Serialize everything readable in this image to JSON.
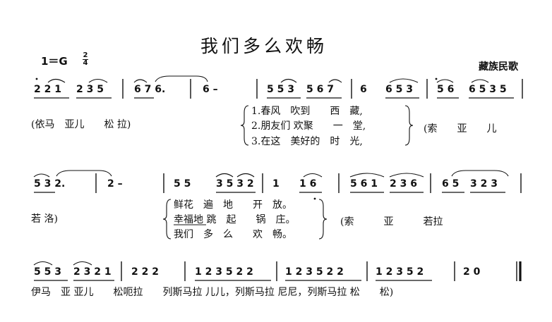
{
  "header": {
    "title": "我们多么欢畅",
    "key": "1＝G",
    "time_sig_top": "2",
    "time_sig_bottom": "4",
    "source": "藏族民歌"
  },
  "line1": {
    "notes": [
      "2 2 1",
      "2 3 5",
      "6 7 6.",
      "6  –",
      "5 5 3",
      "5 6 7",
      "6",
      "6 5 3",
      "5 6",
      "6 5 3 5"
    ],
    "lyric_left": "(依马　亚儿　　松 拉)",
    "verses": [
      "1.春风　吹到　　西　藏,",
      "2.朋友们 欢聚　　一　堂,",
      "3.在这　美好的　时　光,"
    ],
    "lyric_right": "(索　　亚　　儿"
  },
  "line2": {
    "notes": [
      "5 3 2.",
      "2  –",
      "5  5",
      "3 5 3 2",
      "1",
      "1 6",
      "5 6 1",
      "2 3 6",
      "6 5",
      "3 2 3"
    ],
    "lyric_left": "若 洛)",
    "verses": [
      "鲜花　遍　地　　开　放。",
      "幸福地 跳　起　　锅　庄。",
      "我们　多　么　　欢　畅。"
    ],
    "lyric_right": "(索　　　亚　　　若拉"
  },
  "line3": {
    "notes": [
      "5 5 3",
      "2 3 2 1",
      "2 2 2",
      "1 2 3 5 2 2",
      "1 2 3 5 2 2",
      "1 2 3 5  2",
      "2  0"
    ],
    "lyric": "伊马　亚 亚儿　　松呃拉　　列斯马拉 儿儿，列斯马拉 尼尼，列斯马拉 松　　松)"
  }
}
